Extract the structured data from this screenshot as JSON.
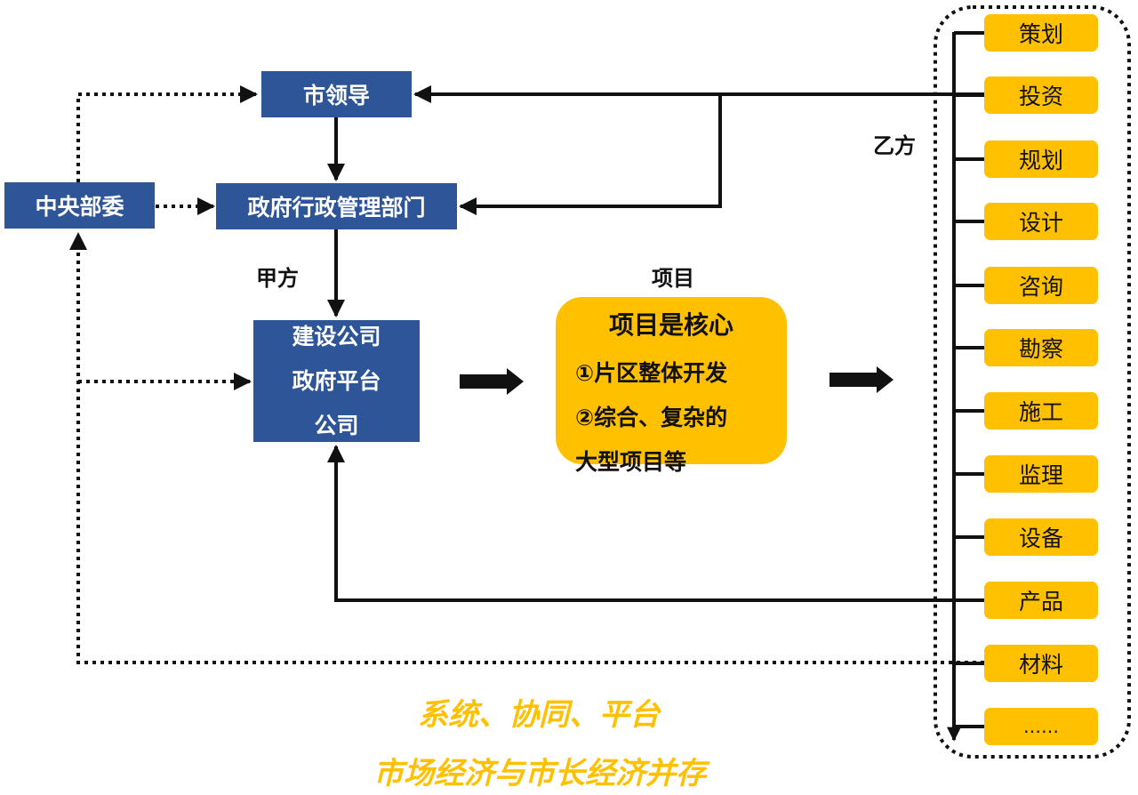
{
  "nodes": {
    "city_leader": "市领导",
    "central_ministry": "中央部委",
    "gov_admin_dept": "政府行政管理部门",
    "construction_company_lines": [
      "建设公司",
      "政府平台",
      "公司"
    ]
  },
  "labels": {
    "party_a": "甲方",
    "party_b": "乙方",
    "project": "项目"
  },
  "project_core": {
    "title": "项目是核心",
    "lines": [
      "①片区整体开发",
      "②综合、复杂的",
      "大型项目等"
    ]
  },
  "party_b_items": [
    "策划",
    "投资",
    "规划",
    "设计",
    "咨询",
    "勘察",
    "施工",
    "监理",
    "设备",
    "产品",
    "材料",
    "……"
  ],
  "taglines": [
    "系统、协同、平台",
    "市场经济与市长经济并存"
  ],
  "colors": {
    "blue": "#2e5597",
    "yellow": "#ffc000",
    "line": "#111111"
  }
}
